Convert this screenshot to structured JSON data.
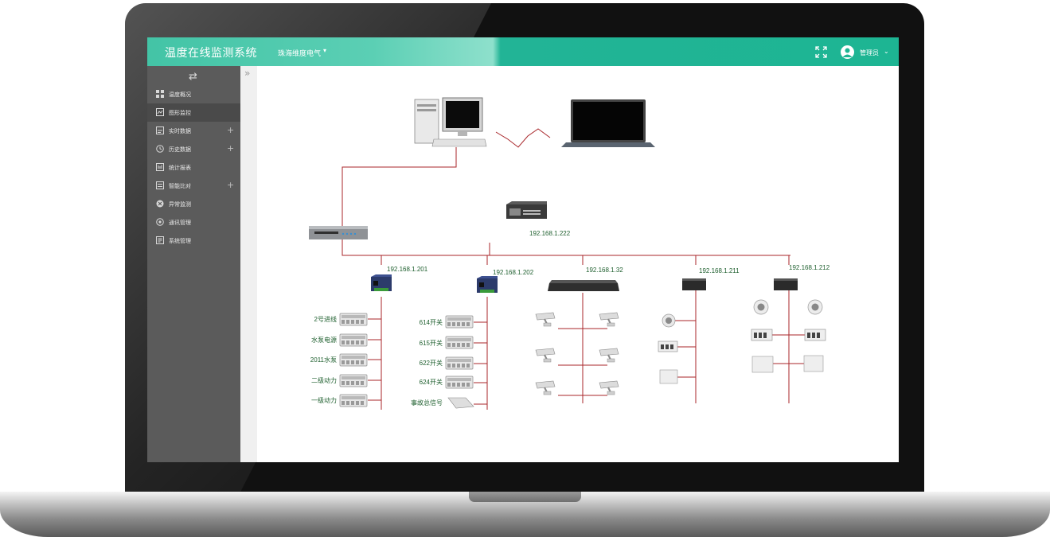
{
  "header": {
    "app_title": "温度在线监测系统",
    "company": "珠海维度电气",
    "user": "管理员"
  },
  "sidebar": {
    "items": [
      {
        "label": "温度概况",
        "icon": "grid-icon",
        "expandable": false,
        "active": false
      },
      {
        "label": "图形监控",
        "icon": "monitor-icon",
        "expandable": false,
        "active": true
      },
      {
        "label": "实时数据",
        "icon": "realtime-icon",
        "expandable": true,
        "active": false
      },
      {
        "label": "历史数据",
        "icon": "history-icon",
        "expandable": true,
        "active": false
      },
      {
        "label": "统计报表",
        "icon": "report-icon",
        "expandable": false,
        "active": false
      },
      {
        "label": "智能比对",
        "icon": "compare-icon",
        "expandable": true,
        "active": false
      },
      {
        "label": "异常监测",
        "icon": "alert-icon",
        "expandable": false,
        "active": false
      },
      {
        "label": "通讯管理",
        "icon": "comm-icon",
        "expandable": false,
        "active": false
      },
      {
        "label": "系统管理",
        "icon": "settings-icon",
        "expandable": false,
        "active": false
      }
    ]
  },
  "diagram": {
    "switch_ip": "192.168.1.222",
    "nodes": [
      "192.168.1.201",
      "192.168.1.202",
      "192.168.1.32",
      "192.168.1.211",
      "192.168.1.212"
    ],
    "node1_devices": [
      "2号进线",
      "水泵电源",
      "2011水泵",
      "二级动力",
      "一级动力"
    ],
    "node2_devices": [
      "614开关",
      "615开关",
      "622开关",
      "624开关",
      "事故总信号"
    ]
  },
  "colors": {
    "accent": "#1db593",
    "sidebar_bg": "#5b5b5b",
    "line": "#a8262a",
    "label": "#1e5f2e"
  }
}
